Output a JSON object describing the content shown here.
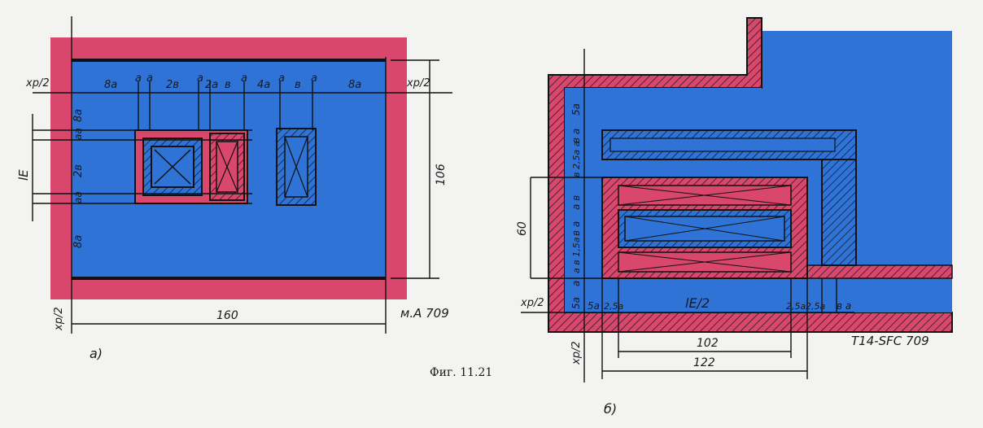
{
  "figure_caption": "Фиг. 11.21",
  "colors": {
    "blue": "#2f73d6",
    "red": "#d9476d",
    "background": "#f3f3f1",
    "ink": "#111111"
  },
  "panel_a": {
    "label": "a)",
    "code": "м.А 709",
    "dims": {
      "width": "160",
      "height": "106",
      "xp_left": "xp/2",
      "xp_right": "xp/2",
      "xp_bottom": "xp/2",
      "le": "lE"
    },
    "top_labels": [
      "8a",
      "a",
      "a",
      "2в",
      "a",
      "2a",
      "в",
      "a",
      "4a",
      "a",
      "в",
      "a",
      "8a"
    ],
    "left_labels": [
      "8a",
      "aa",
      "2в",
      "aa",
      "8a"
    ]
  },
  "panel_b": {
    "label": "б)",
    "code": "T14-SFC 709",
    "dims": {
      "width_122": "122",
      "width_102": "102",
      "height_60": "60",
      "xp_left": "xp/2",
      "xp_bottom": "xp/2",
      "le_half": "lE/2"
    },
    "bottom_labels": [
      "5a",
      "2,5a",
      "2,5a",
      "2,5a",
      "в",
      "a"
    ],
    "left_labels": [
      "5a",
      "в",
      "a",
      "2,5a",
      "a",
      "в",
      "a",
      "в",
      "a",
      "1,5a",
      "в",
      "a",
      "a",
      "5a"
    ]
  }
}
